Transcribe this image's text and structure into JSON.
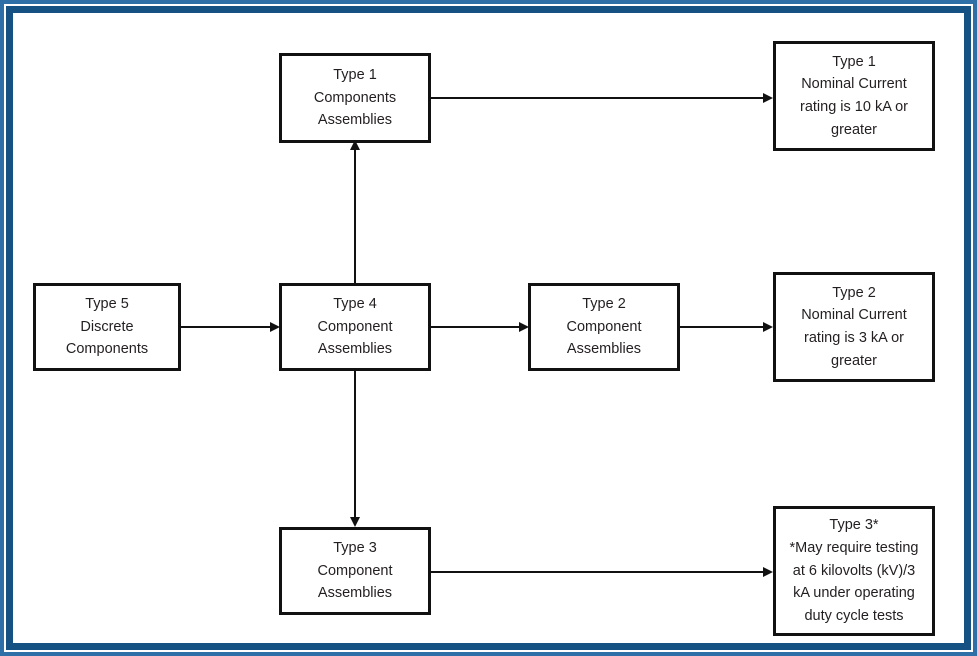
{
  "diagram": {
    "frame_color_outer": "#2E6FA8",
    "frame_color_inner": "#155182",
    "background": "#ffffff",
    "line_color": "#111111",
    "text_color": "#231f20",
    "nodes": [
      {
        "id": "type1-assemblies",
        "lines": [
          "Type 1",
          "Components",
          "Assemblies"
        ]
      },
      {
        "id": "type1-rating",
        "lines": [
          "Type 1",
          "Nominal Current",
          "rating is 10 kA or",
          "greater"
        ]
      },
      {
        "id": "type5-discrete",
        "lines": [
          "Type 5",
          "Discrete",
          "Components"
        ]
      },
      {
        "id": "type4-assemblies",
        "lines": [
          "Type 4",
          "Component",
          "Assemblies"
        ]
      },
      {
        "id": "type2-assemblies",
        "lines": [
          "Type 2",
          "Component",
          "Assemblies"
        ]
      },
      {
        "id": "type2-rating",
        "lines": [
          "Type 2",
          "Nominal Current",
          "rating is 3 kA or",
          "greater"
        ]
      },
      {
        "id": "type3-assemblies",
        "lines": [
          "Type 3",
          "Component",
          "Assemblies"
        ]
      },
      {
        "id": "type3-rating",
        "lines": [
          "Type 3*",
          "*May require testing",
          "at 6 kilovolts (kV)/3",
          "kA under operating",
          "duty cycle tests"
        ]
      }
    ],
    "edges": [
      {
        "id": "type5-to-type4",
        "from": "type5-discrete",
        "to": "type4-assemblies",
        "direction": "right"
      },
      {
        "id": "type4-to-type1",
        "from": "type4-assemblies",
        "to": "type1-assemblies",
        "direction": "up"
      },
      {
        "id": "type4-to-type3",
        "from": "type4-assemblies",
        "to": "type3-assemblies",
        "direction": "down"
      },
      {
        "id": "type4-to-type2",
        "from": "type4-assemblies",
        "to": "type2-assemblies",
        "direction": "right"
      },
      {
        "id": "type1-to-rating",
        "from": "type1-assemblies",
        "to": "type1-rating",
        "direction": "right"
      },
      {
        "id": "type2-to-rating",
        "from": "type2-assemblies",
        "to": "type2-rating",
        "direction": "right"
      },
      {
        "id": "type3-to-rating",
        "from": "type3-assemblies",
        "to": "type3-rating",
        "direction": "right"
      }
    ]
  }
}
